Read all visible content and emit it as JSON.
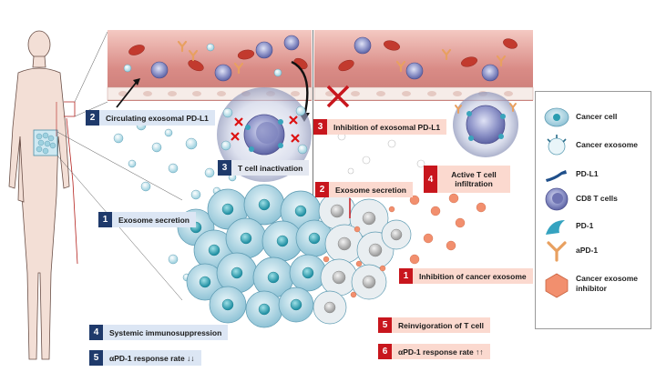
{
  "labels": {
    "circulating": {
      "num": "2",
      "text": "Circulating exosomal PD-L1"
    },
    "t_inactivation": {
      "num": "3",
      "text": "T cell inactivation"
    },
    "exosome_secretion_left": {
      "num": "1",
      "text": "Exosome secretion"
    },
    "systemic": {
      "num": "4",
      "text": "Systemic immunosuppression"
    },
    "response_down": {
      "num": "5",
      "text": "αPD-1 response rate ↓↓"
    },
    "inhibition_exo_pdl1": {
      "num": "3",
      "text": "Inhibition of exosomal PD-L1"
    },
    "exosome_secretion_right": {
      "num": "2",
      "text": "Exosome secretion"
    },
    "active_t": {
      "num": "4",
      "text": "Active T cell infiltration"
    },
    "inhibition_cancer_exo": {
      "num": "1",
      "text": "Inhibition of cancer exosome"
    },
    "reinvigoration": {
      "num": "5",
      "text": "Reinvigoration of T cell"
    },
    "response_up": {
      "num": "6",
      "text": "αPD-1 response rate ↑↑"
    }
  },
  "legend": {
    "items": [
      {
        "icon": "cancer-cell-icon",
        "label": "Cancer cell"
      },
      {
        "icon": "cancer-exosome-icon",
        "label": "Cancer exosome"
      },
      {
        "icon": "pd-l1-icon",
        "label": "PD-L1"
      },
      {
        "icon": "cd8-t-cell-icon",
        "label": "CD8 T cells"
      },
      {
        "icon": "pd-1-icon",
        "label": "PD-1"
      },
      {
        "icon": "apd-1-icon",
        "label": "aPD-1"
      },
      {
        "icon": "exosome-inhibitor-icon",
        "label": "Cancer exosome inhibitor"
      }
    ]
  },
  "colors": {
    "blue_badge": "#1f3a6b",
    "blue_label": "#dce6f4",
    "red_badge": "#c8161d",
    "red_label": "#fbd9cf",
    "vessel": "#d98b86",
    "cancer_cell": "#bfe0ea",
    "inhibitor": "#f28f6e"
  }
}
